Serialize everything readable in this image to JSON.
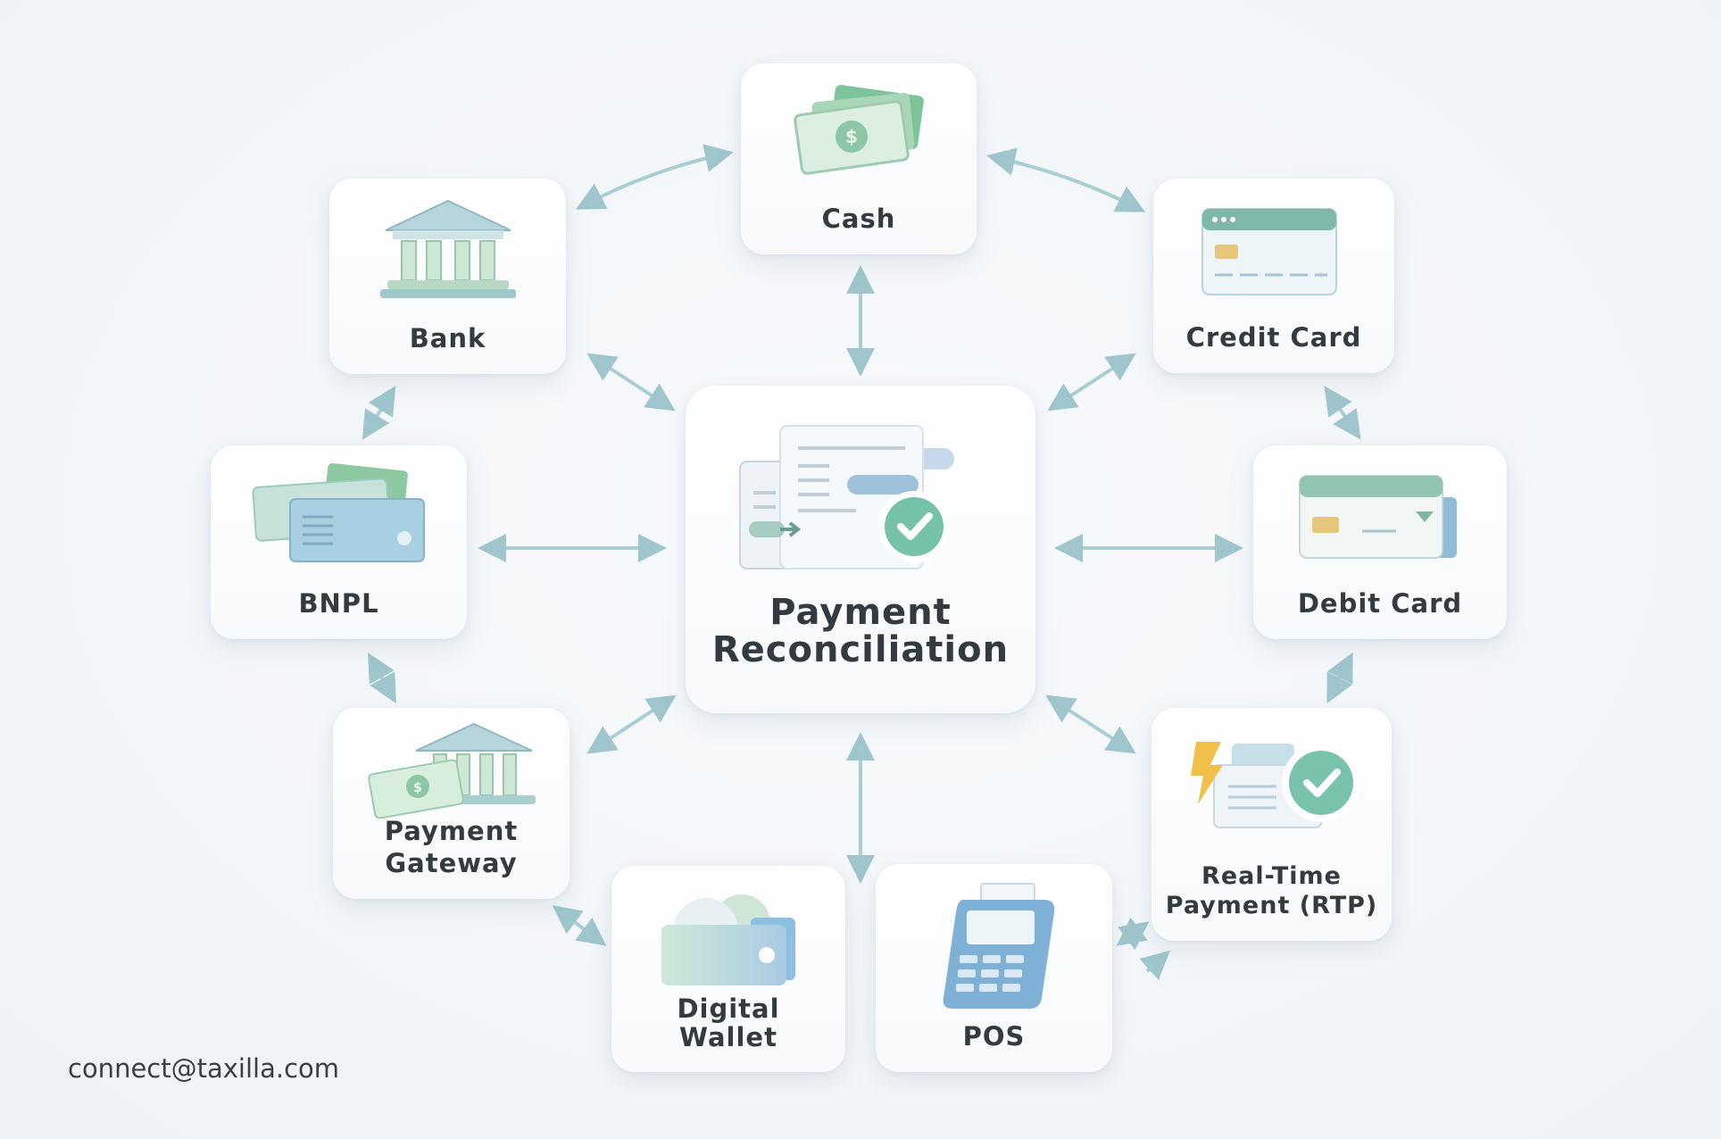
{
  "center": {
    "title_line1": "Payment",
    "title_line2": "Reconciliation"
  },
  "nodes": {
    "cash": "Cash",
    "bank": "Bank",
    "credit_card": "Credit Card",
    "bnpl": "BNPL",
    "debit_card": "Debit Card",
    "payment_gateway": {
      "line1": "Payment",
      "line2": "Gateway"
    },
    "rtp": {
      "line1": "Real-Time",
      "line2": "Payment (RTP)"
    },
    "digital_wallet": {
      "line1": "Digital",
      "line2": "Wallet"
    },
    "pos": "POS"
  },
  "footer": {
    "email": "connect@taxilla.com"
  },
  "colors": {
    "arrow": "#9ec6cc",
    "teal": "#6fbfa6",
    "blue": "#8bb6d8",
    "green": "#a9d5b5",
    "text": "#333a40"
  }
}
